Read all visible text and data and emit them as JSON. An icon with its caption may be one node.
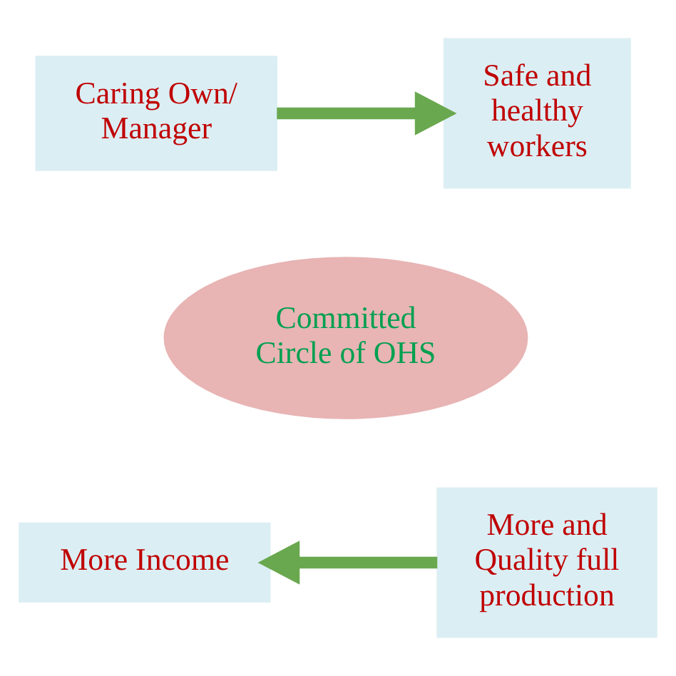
{
  "diagram": {
    "nodes": [
      {
        "text": [
          "Caring Own/ Manager"
        ]
      },
      {
        "text": [
          "Safe and healthy workers"
        ]
      },
      {
        "text": [
          "Committed Circle of OHS"
        ]
      },
      {
        "text": [
          "More Income"
        ]
      },
      {
        "text": [
          "More and Quality full production"
        ]
      }
    ],
    "edges": [
      {
        "from": 0,
        "to": 1,
        "arrow": "to"
      },
      {
        "from": 4,
        "to": 3,
        "arrow": "to"
      }
    ]
  }
}
